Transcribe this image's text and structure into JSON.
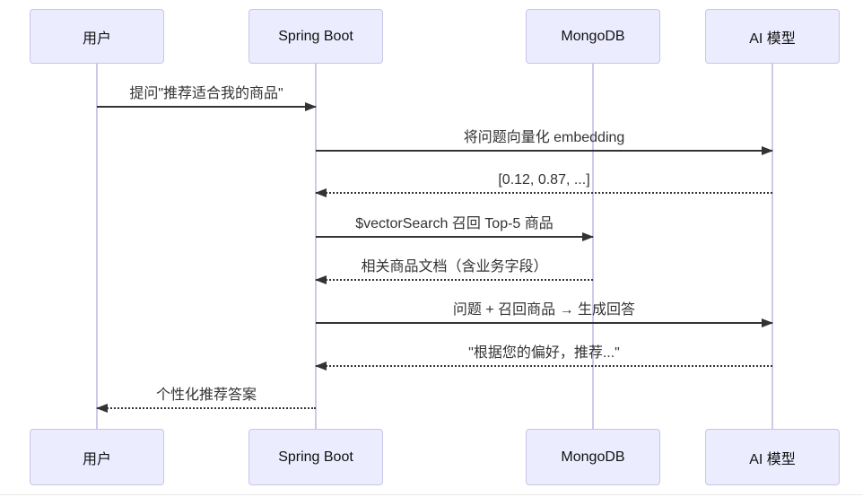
{
  "diagram": {
    "type": "sequence-diagram",
    "actors": [
      {
        "name": "用户"
      },
      {
        "name": "Spring Boot"
      },
      {
        "name": "MongoDB"
      },
      {
        "name": "AI 模型"
      }
    ],
    "messages": [
      {
        "label": "提问\"推荐适合我的商品\"",
        "from": "用户",
        "to": "Spring Boot",
        "line": "solid",
        "direction": "right"
      },
      {
        "label": "将问题向量化 embedding",
        "from": "Spring Boot",
        "to": "AI 模型",
        "line": "solid",
        "direction": "right"
      },
      {
        "label": "[0.12, 0.87, ...]",
        "from": "AI 模型",
        "to": "Spring Boot",
        "line": "dotted",
        "direction": "left"
      },
      {
        "label": "$vectorSearch 召回 Top-5 商品",
        "from": "Spring Boot",
        "to": "MongoDB",
        "line": "solid",
        "direction": "right"
      },
      {
        "label": "相关商品文档（含业务字段）",
        "from": "MongoDB",
        "to": "Spring Boot",
        "line": "dotted",
        "direction": "left"
      },
      {
        "label": "问题 + 召回商品 → 生成回答",
        "from": "Spring Boot",
        "to": "AI 模型",
        "line": "solid",
        "direction": "right"
      },
      {
        "label": "\"根据您的偏好，推荐...\"",
        "from": "AI 模型",
        "to": "Spring Boot",
        "line": "dotted",
        "direction": "left"
      },
      {
        "label": "个性化推荐答案",
        "from": "Spring Boot",
        "to": "用户",
        "line": "dotted",
        "direction": "left"
      }
    ],
    "colors": {
      "actor_fill": "#ECECFF",
      "actor_border": "#C8C6E4",
      "lifeline": "#CFC9E8",
      "arrow": "#333333",
      "message_text": "#333333",
      "actor_text": "#111111",
      "background": "#ffffff"
    }
  }
}
